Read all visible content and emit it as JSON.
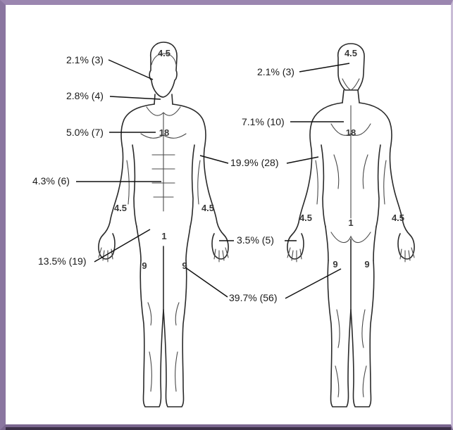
{
  "front": {
    "region_values": {
      "head": "4.5",
      "torso": "18",
      "left_arm": "4.5",
      "right_arm": "4.5",
      "perineum": "1",
      "left_leg": "9",
      "right_leg": "9"
    },
    "callouts": {
      "face": "2.1% (3)",
      "neck": "2.8% (4)",
      "chest": "5.0% (7)",
      "abdomen": "4.3% (6)",
      "arm": "19.9% (28)",
      "hand": "3.5% (5)",
      "groin": "13.5% (19)",
      "leg": "39.7% (56)"
    }
  },
  "back": {
    "region_values": {
      "head": "4.5",
      "torso": "18",
      "left_arm": "4.5",
      "right_arm": "4.5",
      "buttock": "1",
      "left_leg": "9",
      "right_leg": "9"
    },
    "callouts": {
      "head": "2.1% (3)",
      "upper_back": "7.1% (10)"
    }
  }
}
